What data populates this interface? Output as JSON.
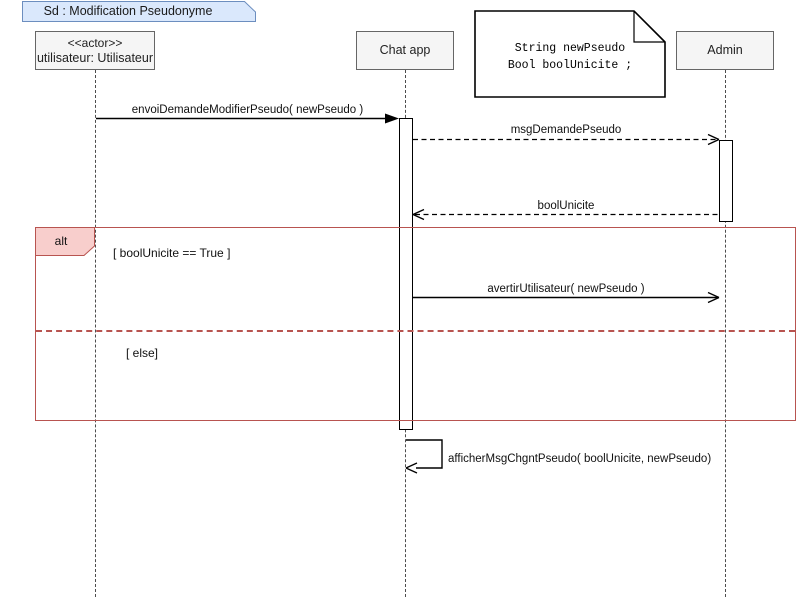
{
  "frame": {
    "label": "Sd :  Modification Pseudonyme"
  },
  "colors": {
    "frame_tab_fill": "#dae8fc",
    "frame_tab_stroke": "#6c8ebf",
    "lifeline_head_fill": "#f5f5f5",
    "lifeline_head_stroke": "#666666",
    "fragment_stroke": "#b85450",
    "fragment_tag_fill": "#f8cecc",
    "line": "#000000",
    "lifeline_dash": "#4d4d4d"
  },
  "lifelines": [
    {
      "id": "utilisateur",
      "stereotype": "<<actor>>",
      "name": "utilisateur: Utilisateur"
    },
    {
      "id": "chatapp",
      "stereotype": "",
      "name": "Chat app"
    },
    {
      "id": "admin",
      "stereotype": "",
      "name": "Admin"
    }
  ],
  "note": {
    "line1": "String newPseudo",
    "line2": "Bool boolUnicite ;"
  },
  "messages": [
    {
      "id": "m1",
      "label": "envoiDemandeModifierPseudo( newPseudo )",
      "from": "utilisateur",
      "to": "chatapp",
      "style": "solid",
      "arrow": "filled"
    },
    {
      "id": "m2",
      "label": "msgDemandePseudo",
      "from": "chatapp",
      "to": "admin",
      "style": "dashed",
      "arrow": "open"
    },
    {
      "id": "m3",
      "label": "boolUnicite",
      "from": "admin",
      "to": "chatapp",
      "style": "dashed",
      "arrow": "open"
    },
    {
      "id": "m4",
      "label": "avertirUtilisateur( newPseudo )",
      "from": "chatapp",
      "to": "admin",
      "style": "solid",
      "arrow": "open"
    },
    {
      "id": "m5",
      "label": "afficherMsgChgntPseudo( boolUnicite, newPseudo)",
      "from": "chatapp",
      "to": "chatapp",
      "style": "solid",
      "arrow": "open"
    }
  ],
  "fragment": {
    "operator": "alt",
    "operands": [
      {
        "guard": "[ boolUnicite == True ]"
      },
      {
        "guard": "[ else]"
      }
    ]
  }
}
